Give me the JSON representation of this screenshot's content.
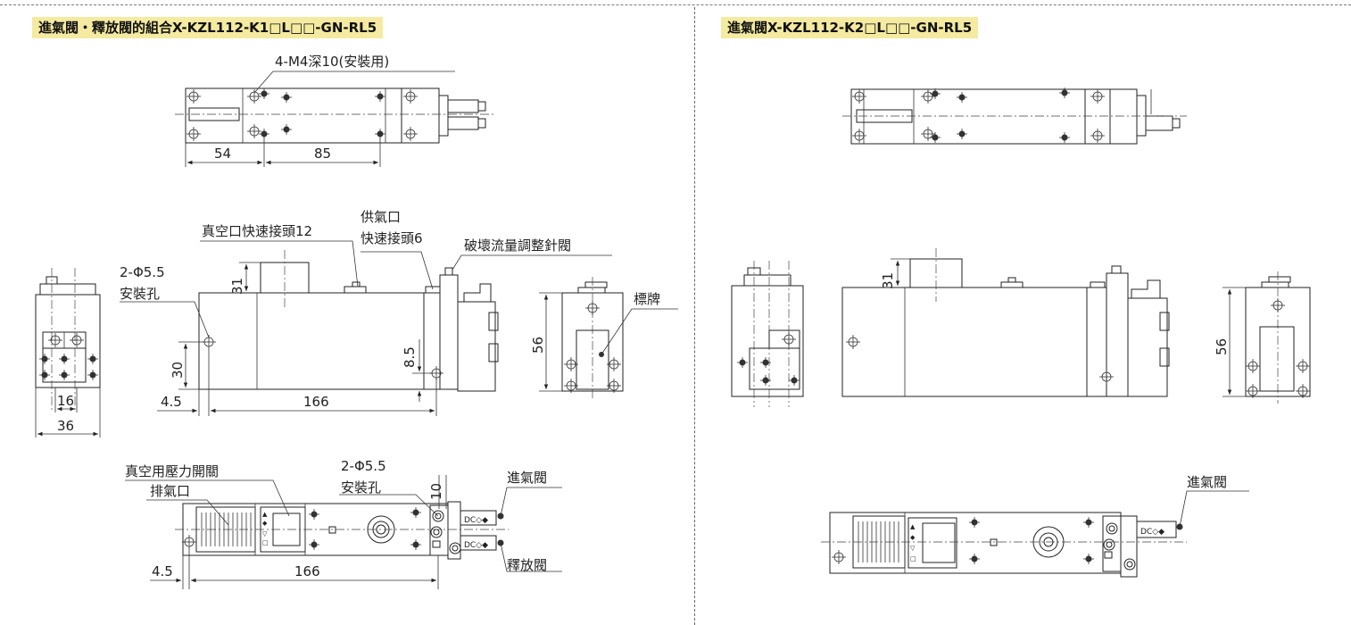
{
  "titles": {
    "left": "進氣閥・釋放閥的組合X-KZL112-K1□L□□-GN-RL5",
    "right": "進氣閥X-KZL112-K2□L□□-GN-RL5"
  },
  "labels": {
    "mount_holes": "4-M4深10(安裝用)",
    "vacuum_fitting": "真空口快速接頭12",
    "supply_port_1": "供氣口",
    "supply_port_2": "快速接頭6",
    "break_valve": "破壞流量調整針閥",
    "hole_1": "2-Φ5.5",
    "hole_2": "安裝孔",
    "nameplate": "標牌",
    "vacuum_switch": "真空用壓力開關",
    "exhaust": "排氣口",
    "hole_b1": "2-Φ5.5",
    "hole_b2": "安裝孔",
    "intake_valve": "進氣閥",
    "release_valve": "釋放閥",
    "intake_valve_right": "進氣閥"
  },
  "dims": {
    "top_a": "54",
    "top_b": "85",
    "h31": "31",
    "h30": "30",
    "h8_5": "8.5",
    "off4_5": "4.5",
    "len166": "166",
    "w16": "16",
    "w36": "36",
    "h56": "56",
    "v10": "10",
    "b_off4_5": "4.5",
    "b_len166": "166",
    "r_h31": "31",
    "r_h56": "56"
  }
}
